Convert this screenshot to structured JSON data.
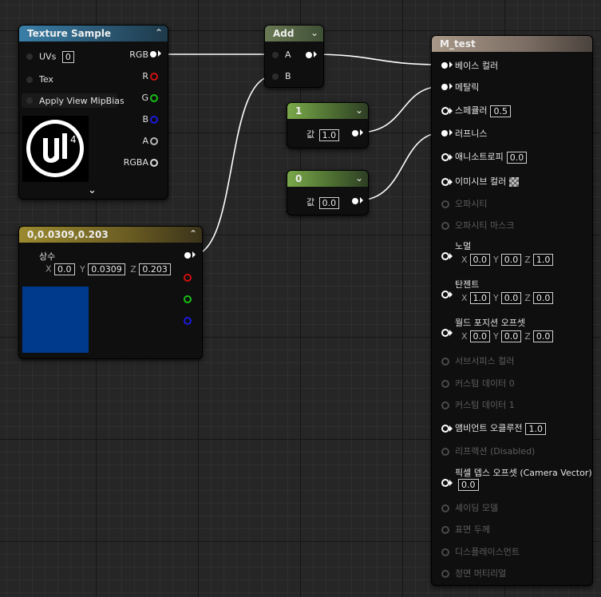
{
  "texture_sample": {
    "title": "Texture Sample",
    "uvs_label": "UVs",
    "uvs_value": "0",
    "tex_label": "Tex",
    "mip_label": "Apply View MipBias",
    "outputs": [
      "RGB",
      "R",
      "G",
      "B",
      "A",
      "RGBA"
    ],
    "preview_icon": "unreal-engine-4-logo"
  },
  "add_node": {
    "title": "Add",
    "input_a": "A",
    "input_b": "B"
  },
  "const1": {
    "title": "1",
    "value_label": "값",
    "value": "1.0"
  },
  "const0": {
    "title": "0",
    "value_label": "값",
    "value": "0.0"
  },
  "vector_node": {
    "title": "0,0.0309,0.203",
    "output_label": "상수",
    "x_label": "X",
    "x": "0.0",
    "y_label": "Y",
    "y": "0.0309",
    "z_label": "Z",
    "z": "0.203",
    "preview_color": "#003a8c"
  },
  "material": {
    "title": "M_test",
    "base_color": "베이스 컬러",
    "metallic": "메탈릭",
    "specular": "스페큘러",
    "specular_value": "0.5",
    "roughness": "러프니스",
    "anisotropy": "애니소트로피",
    "anisotropy_value": "0.0",
    "emissive": "이미시브 컬러",
    "opacity": "오파시티",
    "opacity_mask": "오파시티 마스크",
    "normal": "노멀",
    "normal_x": "0.0",
    "normal_y": "0.0",
    "normal_z": "1.0",
    "tangent": "탄젠트",
    "tangent_x": "1.0",
    "tangent_y": "0.0",
    "tangent_z": "0.0",
    "wpo": "월드 포지션 오프셋",
    "wpo_x": "0.0",
    "wpo_y": "0.0",
    "wpo_z": "0.0",
    "x_label": "X",
    "y_label": "Y",
    "z_label": "Z",
    "subsurface": "서브서피스 컬러",
    "custom0": "커스텀 데이터 0",
    "custom1": "커스텀 데이터 1",
    "ao": "앰비언트 오클루전",
    "ao_value": "1.0",
    "refraction": "리프랙션 (Disabled)",
    "pixel_depth": "픽셀 뎁스 오프셋 (Camera Vector)",
    "pixel_depth_value": "0.0",
    "shading_model": "셰이딩 모델",
    "thickness": "표면 두께",
    "displacement": "디스플레이스먼트",
    "front_material": "정면 머티리얼"
  },
  "colors": {
    "texture_header": "#2f6a8c",
    "add_header": "#4a5a40",
    "const_header": "#5d8a3a",
    "vector_header": "#8a7a2a",
    "material_header": "#8a7a70",
    "wire": "#ffffff"
  }
}
